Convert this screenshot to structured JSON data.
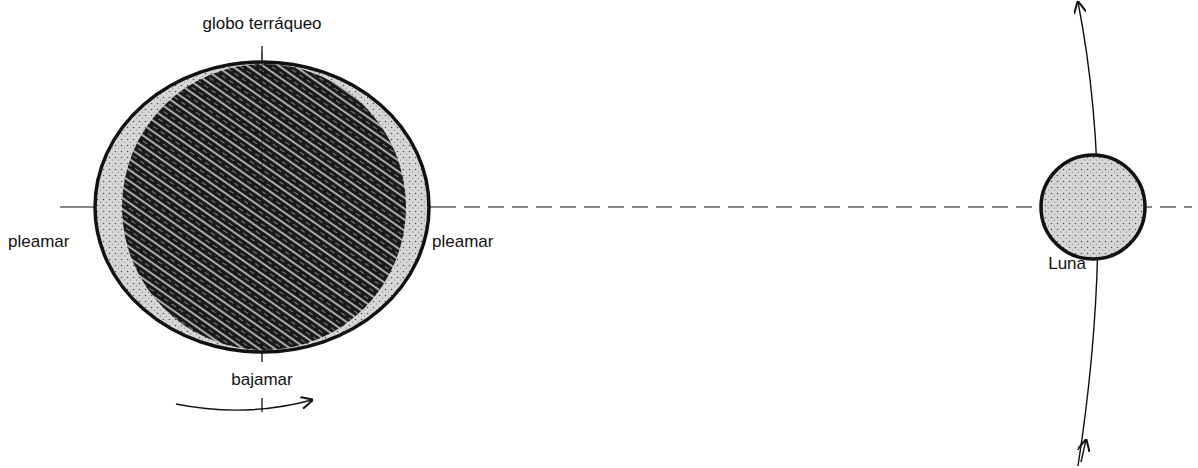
{
  "diagram": {
    "labels": [
      "globo terráqueo",
      "pleamar",
      "pleamar",
      "bajamar",
      "Luna"
    ]
  }
}
